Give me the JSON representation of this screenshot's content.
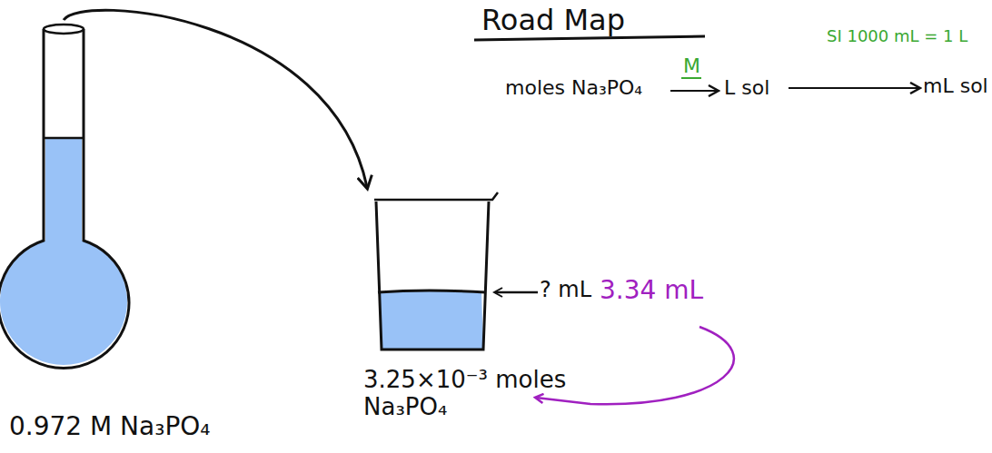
{
  "diagram": {
    "title": "Road Map",
    "nodes": [
      {
        "text": [
          "0.972 M Na₃PO₄"
        ]
      },
      {
        "text": [
          "? mL",
          "3.34 mL",
          "3.25×10⁻³ moles Na₃PO₄"
        ]
      }
    ],
    "edges": [
      {
        "from": 0,
        "to": 1,
        "arrow": "to"
      }
    ],
    "labels": [
      "moles Na₃PO₄",
      "M",
      "L sol",
      "SI 1000 mL = 1 L",
      "mL sol"
    ]
  }
}
